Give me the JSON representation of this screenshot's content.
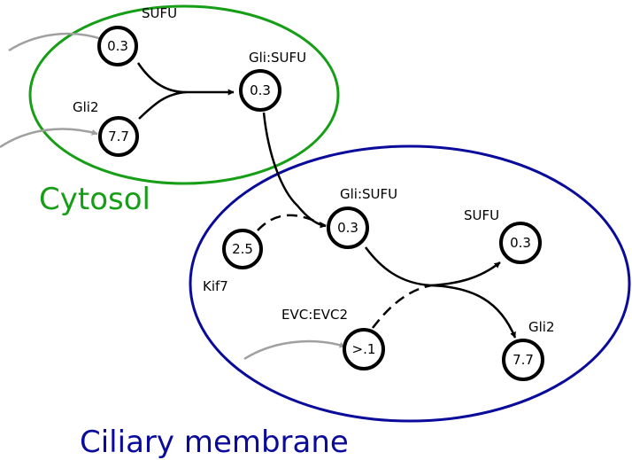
{
  "compartments": {
    "cytosol": {
      "label": "Cytosol",
      "color": "#179e17"
    },
    "ciliary": {
      "label": "Ciliary membrane",
      "color": "#0b0b9b"
    }
  },
  "nodes": {
    "sufu_cyto": {
      "label": "SUFU",
      "value": "0.3"
    },
    "gli2_cyto": {
      "label": "Gli2",
      "value": "7.7"
    },
    "glisufu_cyto": {
      "label": "Gli:SUFU",
      "value": "0.3"
    },
    "kif7": {
      "label": "Kif7",
      "value": "2.5"
    },
    "glisufu_cil": {
      "label": "Gli:SUFU",
      "value": "0.3"
    },
    "sufu_cil": {
      "label": "SUFU",
      "value": "0.3"
    },
    "evc": {
      "label": "EVC:EVC2",
      "value": ">.1"
    },
    "gli2_cil": {
      "label": "Gli2",
      "value": "7.7"
    }
  },
  "colors": {
    "node_stroke": "#000000",
    "input_arrow": "#a0a0a0",
    "edge": "#000000"
  }
}
